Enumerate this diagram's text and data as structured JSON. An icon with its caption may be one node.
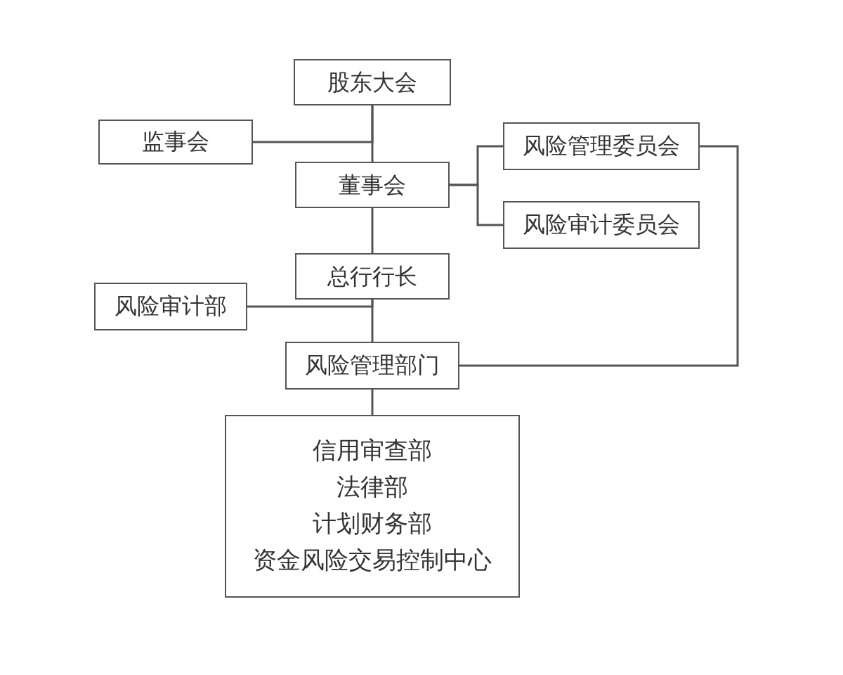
{
  "diagram": {
    "nodes": [
      {
        "text": [
          "股东大会"
        ]
      },
      {
        "text": [
          "监事会"
        ]
      },
      {
        "text": [
          "董事会"
        ]
      },
      {
        "text": [
          "风险管理委员会"
        ]
      },
      {
        "text": [
          "风险审计委员会"
        ]
      },
      {
        "text": [
          "总行行长"
        ]
      },
      {
        "text": [
          "风险审计部"
        ]
      },
      {
        "text": [
          "风险管理部门"
        ]
      },
      {
        "text": [
          "信用审查部",
          "法律部",
          "计划财务部",
          "资金风险交易控制中心"
        ]
      }
    ],
    "edges": [
      {
        "from": 0,
        "to": 2,
        "arrow": "none"
      },
      {
        "from": 0,
        "to": 1,
        "arrow": "none"
      },
      {
        "from": 2,
        "to": 3,
        "arrow": "none"
      },
      {
        "from": 2,
        "to": 4,
        "arrow": "none"
      },
      {
        "from": 2,
        "to": 5,
        "arrow": "none"
      },
      {
        "from": 5,
        "to": 6,
        "arrow": "none"
      },
      {
        "from": 5,
        "to": 7,
        "arrow": "none"
      },
      {
        "from": 3,
        "to": 7,
        "arrow": "none"
      },
      {
        "from": 7,
        "to": 8,
        "arrow": "none"
      }
    ]
  }
}
